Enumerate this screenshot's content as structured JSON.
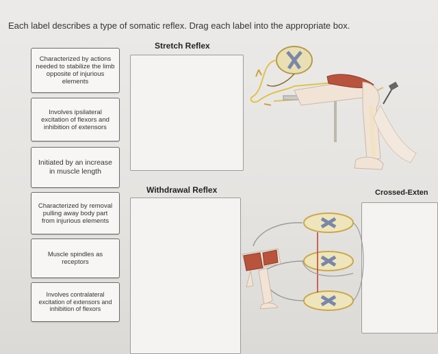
{
  "instruction": "Each label describes a type of somatic reflex. Drag each label into the appropriate box.",
  "labels": [
    "Characterized by actions needed to stabilize the limb opposite of injurious elements",
    "Involves ipsilateral excitation of flexors and inhibition of extensors",
    "Initiated by an increase in muscle length",
    "Characterized by removal pulling away body part from injurious elements",
    "Muscle spindles as receptors",
    "Involves contralateral excitation of extensors and inhibition of flexors"
  ],
  "boxes": {
    "stretch": "Stretch Reflex",
    "withdrawal": "Withdrawal Reflex",
    "crossed": "Crossed-Exten"
  },
  "colors": {
    "muscle": "#b8533e",
    "nerve": "#e0c14a",
    "bone": "#efe3c3",
    "skin": "#f1e3d6"
  },
  "icons": [
    "knee-jerk-illustration",
    "crossed-extensor-illustration"
  ]
}
